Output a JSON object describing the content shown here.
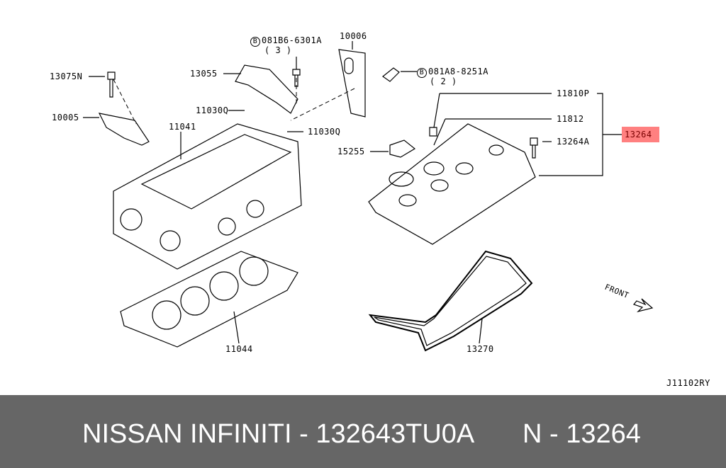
{
  "diagram": {
    "labels": {
      "p13075N": "13075N",
      "p10005": "10005",
      "p13055": "13055",
      "p11030Q_a": "11030Q",
      "p11030Q_b": "11030Q",
      "p11041": "11041",
      "p081B6": "081B6-6301A",
      "p081B6_qty": "( 3 )",
      "p10006": "10006",
      "p081A8": "081A8-8251A",
      "p081A8_qty": "( 2 )",
      "bolt_symbol": "B",
      "p11810P": "11810P",
      "p11812": "11812",
      "p13264A": "13264A",
      "p13264": "13264",
      "p15255": "15255",
      "p11044": "11044",
      "p13270": "13270",
      "front": "FRONT",
      "diagram_code": "J11102RY"
    },
    "highlight_color": "#ff8080"
  },
  "footer": {
    "brand": "NISSAN  INFINITI - 132643TU0A",
    "ref": "N - 13264"
  }
}
